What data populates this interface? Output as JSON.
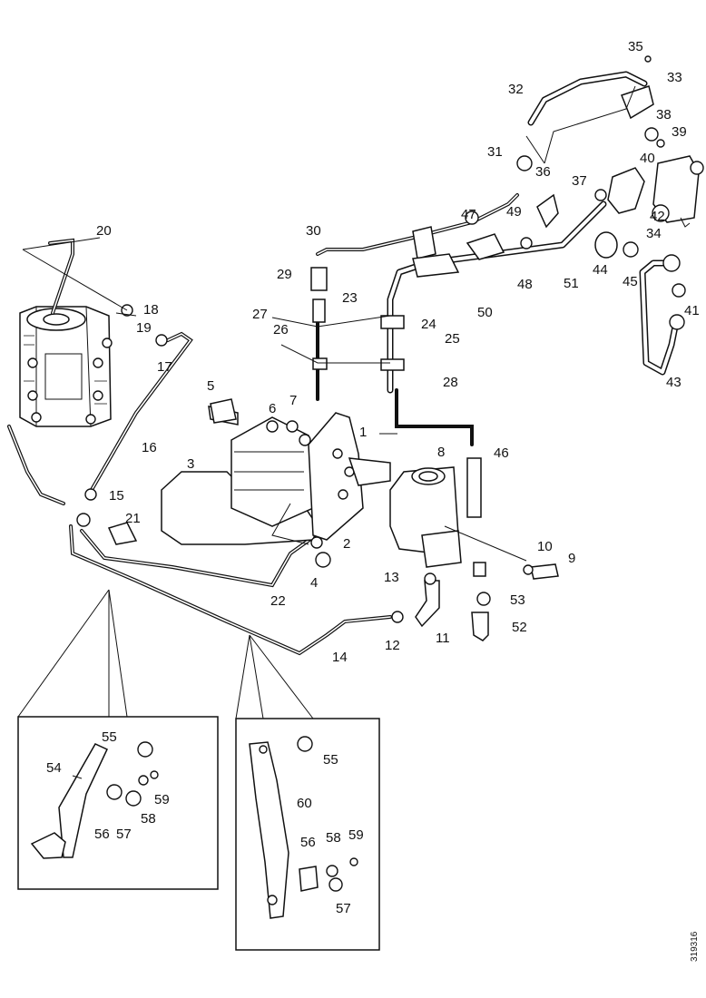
{
  "drawing": {
    "document_ref": "319316",
    "callouts": [
      {
        "id": "c1",
        "text": "1"
      },
      {
        "id": "c2",
        "text": "2"
      },
      {
        "id": "c3",
        "text": "3"
      },
      {
        "id": "c4",
        "text": "4"
      },
      {
        "id": "c5",
        "text": "5"
      },
      {
        "id": "c6",
        "text": "6"
      },
      {
        "id": "c7",
        "text": "7"
      },
      {
        "id": "c8",
        "text": "8"
      },
      {
        "id": "c9",
        "text": "9"
      },
      {
        "id": "c10",
        "text": "10"
      },
      {
        "id": "c11",
        "text": "11"
      },
      {
        "id": "c12",
        "text": "12"
      },
      {
        "id": "c13",
        "text": "13"
      },
      {
        "id": "c14",
        "text": "14"
      },
      {
        "id": "c15",
        "text": "15"
      },
      {
        "id": "c16",
        "text": "16"
      },
      {
        "id": "c17",
        "text": "17"
      },
      {
        "id": "c18",
        "text": "18"
      },
      {
        "id": "c19",
        "text": "19"
      },
      {
        "id": "c20",
        "text": "20"
      },
      {
        "id": "c21",
        "text": "21"
      },
      {
        "id": "c22",
        "text": "22"
      },
      {
        "id": "c23",
        "text": "23"
      },
      {
        "id": "c24",
        "text": "24"
      },
      {
        "id": "c25",
        "text": "25"
      },
      {
        "id": "c26",
        "text": "26"
      },
      {
        "id": "c27",
        "text": "27"
      },
      {
        "id": "c28",
        "text": "28"
      },
      {
        "id": "c29",
        "text": "29"
      },
      {
        "id": "c30",
        "text": "30"
      },
      {
        "id": "c31",
        "text": "31"
      },
      {
        "id": "c32",
        "text": "32"
      },
      {
        "id": "c33",
        "text": "33"
      },
      {
        "id": "c34",
        "text": "34"
      },
      {
        "id": "c35",
        "text": "35"
      },
      {
        "id": "c36",
        "text": "36"
      },
      {
        "id": "c37",
        "text": "37"
      },
      {
        "id": "c38",
        "text": "38"
      },
      {
        "id": "c39",
        "text": "39"
      },
      {
        "id": "c40",
        "text": "40"
      },
      {
        "id": "c41",
        "text": "41"
      },
      {
        "id": "c42",
        "text": "42"
      },
      {
        "id": "c43",
        "text": "43"
      },
      {
        "id": "c44",
        "text": "44"
      },
      {
        "id": "c45",
        "text": "45"
      },
      {
        "id": "c46",
        "text": "46"
      },
      {
        "id": "c47",
        "text": "47"
      },
      {
        "id": "c48",
        "text": "48"
      },
      {
        "id": "c49",
        "text": "49"
      },
      {
        "id": "c50",
        "text": "50"
      },
      {
        "id": "c51",
        "text": "51"
      },
      {
        "id": "c52",
        "text": "52"
      },
      {
        "id": "c53",
        "text": "53"
      },
      {
        "id": "d1_54",
        "text": "54"
      },
      {
        "id": "d1_55",
        "text": "55"
      },
      {
        "id": "d1_56",
        "text": "56"
      },
      {
        "id": "d1_57",
        "text": "57"
      },
      {
        "id": "d1_58",
        "text": "58"
      },
      {
        "id": "d1_59",
        "text": "59"
      },
      {
        "id": "d2_55",
        "text": "55"
      },
      {
        "id": "d2_56",
        "text": "56"
      },
      {
        "id": "d2_57",
        "text": "57"
      },
      {
        "id": "d2_58",
        "text": "58"
      },
      {
        "id": "d2_59",
        "text": "59"
      },
      {
        "id": "d2_60",
        "text": "60"
      }
    ]
  }
}
